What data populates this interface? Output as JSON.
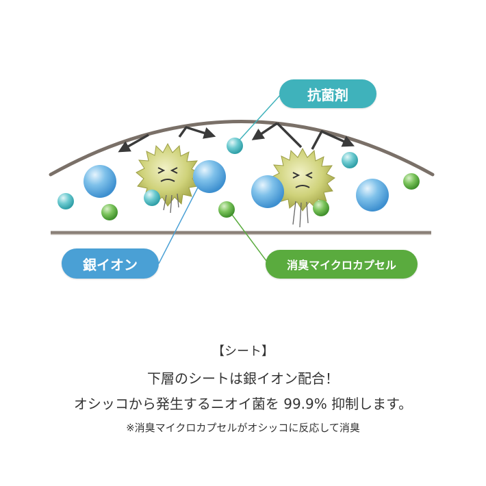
{
  "labels": {
    "antibacterial": "抗菌剤",
    "silver_ion": "銀イオン",
    "deodorant_capsule": "消臭マイクロカプセル"
  },
  "caption": {
    "heading": "【シート】",
    "line1": "下層のシートは銀イオン配合！",
    "line2": "オシッコから発生するニオイ菌を 99.9% 抑制します。",
    "note": "※消臭マイクロカプセルがオシッコに反応して消臭"
  },
  "colors": {
    "antibacterial": "#3fb2bb",
    "silver_ion": "#4aa0d5",
    "deodorant_capsule": "#5aab3e",
    "germ": "#c4c65a",
    "layer_line": "#7a7068"
  }
}
